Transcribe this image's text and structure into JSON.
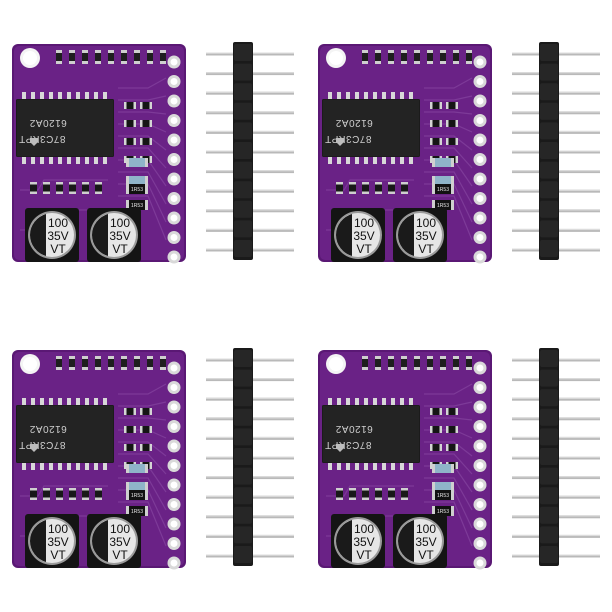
{
  "photo": {
    "subject": "product photo",
    "background": "#ffffff",
    "board_color": "#5e1a78",
    "units": [
      {
        "board": {
          "chip_marking": [
            "87C3KPT",
            "6120A2"
          ],
          "chip_logo": "ti-logo-icon",
          "capacitors": [
            {
              "lines": [
                "100",
                "35V",
                "VT"
              ]
            },
            {
              "lines": [
                "100",
                "35V",
                "VT"
              ]
            }
          ],
          "resistor_markings": [
            "1R53",
            "1R53"
          ]
        }
      },
      {
        "board": {
          "chip_marking": [
            "87C3KPT",
            "6120A2"
          ],
          "chip_logo": "ti-logo-icon",
          "capacitors": [
            {
              "lines": [
                "100",
                "35V",
                "VT"
              ]
            },
            {
              "lines": [
                "100",
                "35V",
                "VT"
              ]
            }
          ],
          "resistor_markings": [
            "1R53",
            "1R53"
          ]
        }
      },
      {
        "board": {
          "chip_marking": [
            "87C3KPT",
            "6120A2"
          ],
          "chip_logo": "ti-logo-icon",
          "capacitors": [
            {
              "lines": [
                "100",
                "35V",
                "VT"
              ]
            },
            {
              "lines": [
                "100",
                "35V",
                "VT"
              ]
            }
          ],
          "resistor_markings": [
            "1R53",
            "1R53"
          ]
        }
      },
      {
        "board": {
          "chip_marking": [
            "87C3KPT",
            "6120A2"
          ],
          "chip_logo": "ti-logo-icon",
          "capacitors": [
            {
              "lines": [
                "100",
                "35V",
                "VT"
              ]
            },
            {
              "lines": [
                "100",
                "35V",
                "VT"
              ]
            }
          ],
          "resistor_markings": [
            "1R53",
            "1R53"
          ]
        }
      }
    ]
  }
}
